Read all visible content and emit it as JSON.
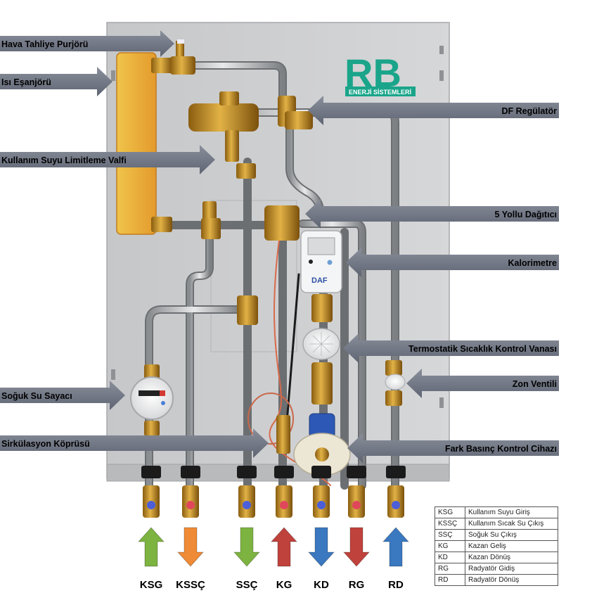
{
  "logo": {
    "letters": "RB",
    "subtitle": "ENERJİ SİSTEMLERİ",
    "color": "#1aa58a"
  },
  "meter_brand": "DAF",
  "callouts": {
    "hava_tahliye": "Hava Tahliye Purjörü",
    "isi_esanjor": "Isı Eşanjörü",
    "kullanim_suyu_limit": "Kullanım Suyu Limitleme Valfi",
    "df_regulator": "DF Regülatör",
    "bes_yollu": "5 Yollu Dağıtıcı",
    "kalorimetre": "Kalorimetre",
    "termostatik": "Termostatik Sıcaklık Kontrol Vanası",
    "zon_ventili": "Zon Ventili",
    "soguk_su_sayaci": "Soğuk Su Sayacı",
    "sirkulasyon": "Sirkülasyon Köprüsü",
    "fark_basinc": "Fark Basınç Kontrol Cihazı"
  },
  "connections": [
    {
      "code": "KSG",
      "direction": "up",
      "color": "#7db340"
    },
    {
      "code": "KSSÇ",
      "direction": "down",
      "color": "#ef8a36"
    },
    {
      "code": "SSÇ",
      "direction": "down",
      "color": "#7db340"
    },
    {
      "code": "KG",
      "direction": "up",
      "color": "#c0423c"
    },
    {
      "code": "KD",
      "direction": "down",
      "color": "#3a78c0"
    },
    {
      "code": "RG",
      "direction": "down",
      "color": "#c0423c"
    },
    {
      "code": "RD",
      "direction": "up",
      "color": "#3a78c0"
    }
  ],
  "legend": [
    {
      "abbr": "KSG",
      "desc": "Kullanım Suyu Giriş"
    },
    {
      "abbr": "KSSÇ",
      "desc": "Kullanım Sıcak Su Çıkış"
    },
    {
      "abbr": "SSÇ",
      "desc": "Soğuk Su Çıkış"
    },
    {
      "abbr": "KG",
      "desc": "Kazan Geliş"
    },
    {
      "abbr": "KD",
      "desc": "Kazan Dönüş"
    },
    {
      "abbr": "RG",
      "desc": "Radyatör Gidiş"
    },
    {
      "abbr": "RD",
      "desc": "Radyatör Dönüş"
    }
  ]
}
